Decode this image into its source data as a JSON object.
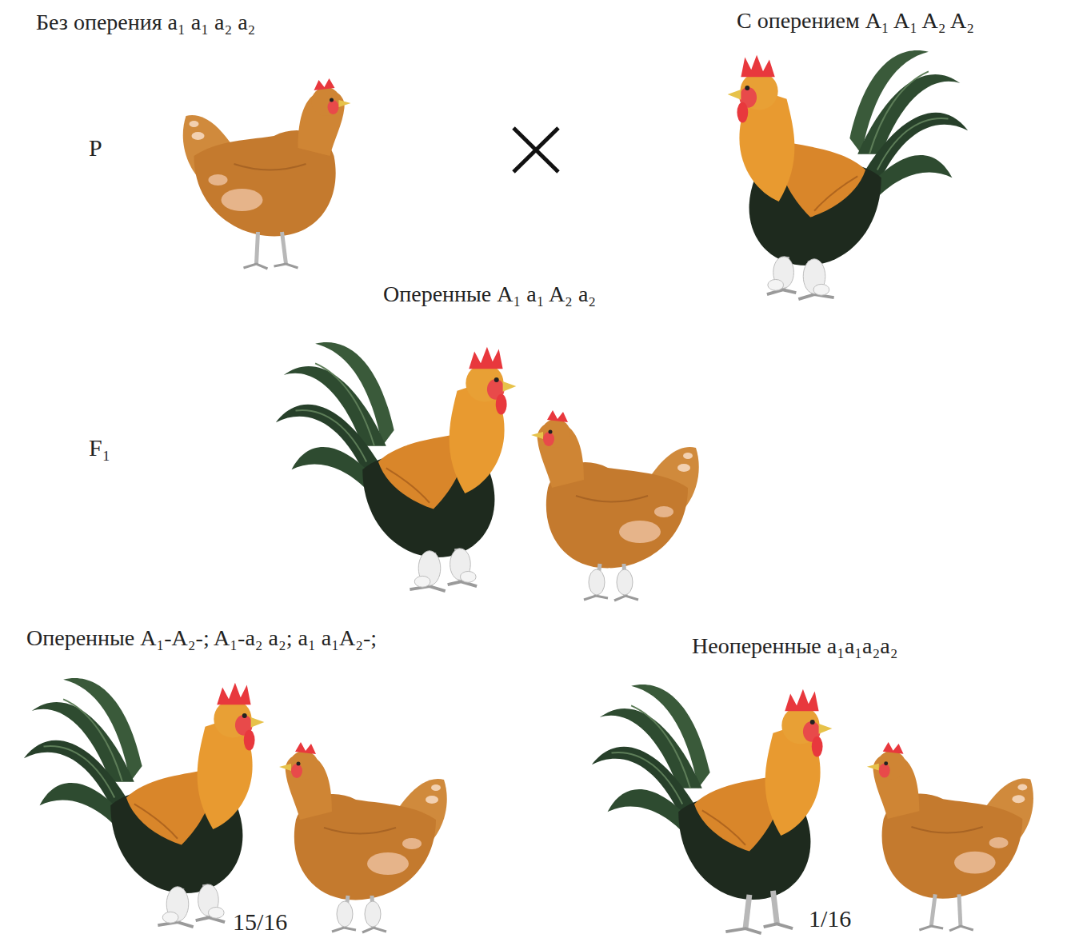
{
  "diagram": {
    "labels": [
      "Без оперения a₁ a₁ a₂ a₂",
      "С оперением A₁ A₁ A₂ A₂",
      "P",
      "Оперенные A₁ a₁ A₂ a₂",
      "F₁",
      "Оперенные A₁-A₂-; A₁-a₂ a₂; a₁ a₁A₂-;",
      "Неоперенные a₁a₁a₂a₂",
      "15/16",
      "1/16"
    ]
  }
}
